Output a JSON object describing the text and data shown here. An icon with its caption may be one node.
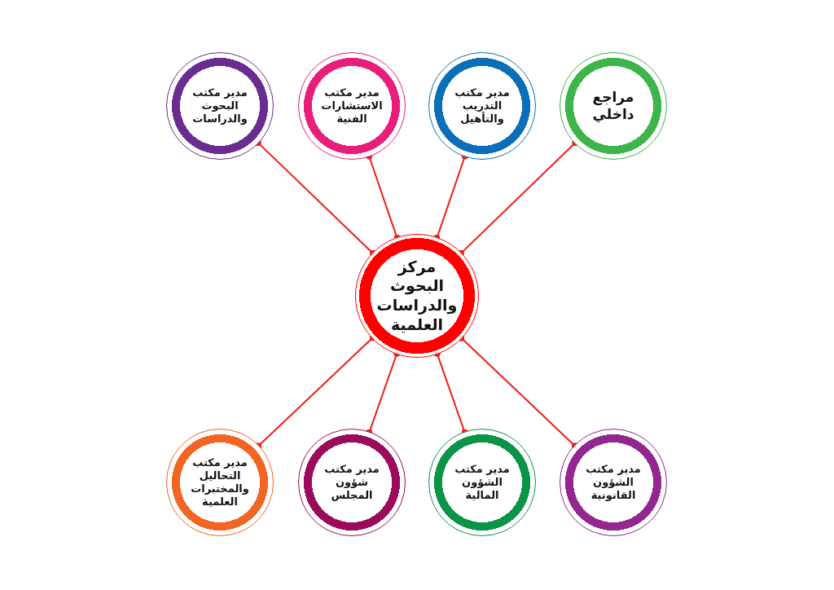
{
  "diagram": {
    "nodes": [
      {
        "text": [
          "مركز البحوث والدراسات العلمية"
        ]
      },
      {
        "text": [
          "مراجع داخلي"
        ]
      },
      {
        "text": [
          "مدير مكتب التدريب والتأهيل"
        ]
      },
      {
        "text": [
          "مدير مكتب الاستشارات الفنية"
        ]
      },
      {
        "text": [
          "مدير مكتب البحوث والدراسات"
        ]
      },
      {
        "text": [
          "مدير مكتب الشؤون القانونية"
        ]
      },
      {
        "text": [
          "مدير مكتب الشؤون المالية"
        ]
      },
      {
        "text": [
          "مدير مكتب شؤون المجلس"
        ]
      },
      {
        "text": [
          "مدير مكتب التحاليل والمختبرات العلمية"
        ]
      }
    ],
    "edges": [
      {
        "from": 0,
        "to": 1,
        "arrow": "other"
      },
      {
        "from": 0,
        "to": 2,
        "arrow": "other"
      },
      {
        "from": 0,
        "to": 3,
        "arrow": "other"
      },
      {
        "from": 0,
        "to": 4,
        "arrow": "other"
      },
      {
        "from": 0,
        "to": 5,
        "arrow": "other"
      },
      {
        "from": 0,
        "to": 6,
        "arrow": "other"
      },
      {
        "from": 0,
        "to": 7,
        "arrow": "other"
      },
      {
        "from": 0,
        "to": 8,
        "arrow": "other"
      }
    ]
  }
}
